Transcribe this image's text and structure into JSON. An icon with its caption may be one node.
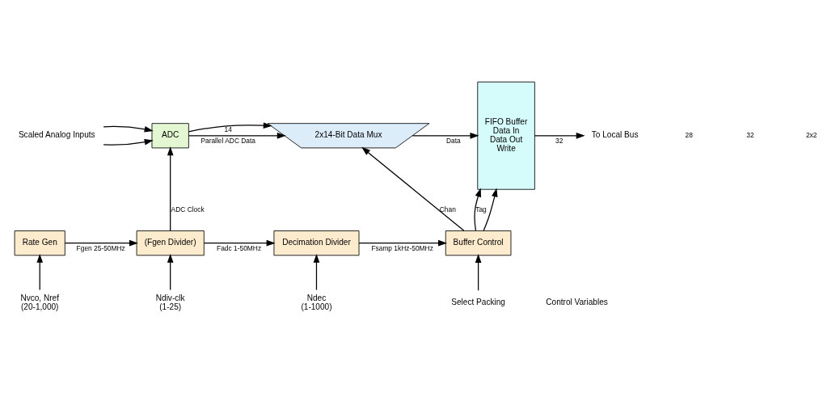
{
  "diagram": {
    "nodes": [
      {
        "text": [
          "Scaled Analog Inputs"
        ]
      },
      {
        "text": [
          "ADC"
        ]
      },
      {
        "text": [
          "2x14-Bit Data Mux"
        ]
      },
      {
        "text": [
          "FIFO Buffer",
          "Data In",
          "Data Out",
          "Write"
        ]
      },
      {
        "text": [
          "Rate Gen"
        ]
      },
      {
        "text": [
          "(Fgen Divider)"
        ]
      },
      {
        "text": [
          "Decimation Divider"
        ]
      },
      {
        "text": [
          "Buffer Control"
        ]
      },
      {
        "text": [
          "Nvco, Nref",
          "(20-1,000)"
        ]
      },
      {
        "text": [
          "Ndiv-clk",
          "(1-25)"
        ]
      },
      {
        "text": [
          "Ndec",
          "(1-1000)"
        ]
      },
      {
        "text": [
          "Select Packing"
        ]
      },
      {
        "text": [
          "To Local Bus"
        ]
      }
    ],
    "edges": [
      {
        "from": 0,
        "to": 1,
        "arrow": "to"
      },
      {
        "from": 0,
        "to": 1,
        "arrow": "to"
      },
      {
        "from": 1,
        "to": 2,
        "arrow": "to",
        "label": "Parallel ADC Data"
      },
      {
        "from": 1,
        "to": 2,
        "arrow": "to",
        "label": "14"
      },
      {
        "from": 2,
        "to": 3,
        "arrow": "to",
        "label": "Data"
      },
      {
        "from": 7,
        "to": 2,
        "arrow": "to",
        "label": "Chan"
      },
      {
        "from": 7,
        "to": 3,
        "arrow": "to",
        "label": "Tag"
      },
      {
        "from": 7,
        "to": 3,
        "arrow": "to"
      },
      {
        "from": 3,
        "to": 12,
        "arrow": "to",
        "label": "32"
      },
      {
        "from": 4,
        "to": 5,
        "arrow": "to",
        "label": "Fgen 25-50MHz"
      },
      {
        "from": 5,
        "to": 1,
        "arrow": "to",
        "label": "ADC Clock"
      },
      {
        "from": 5,
        "to": 6,
        "arrow": "to",
        "label": "Fadc 1-50MHz"
      },
      {
        "from": 6,
        "to": 7,
        "arrow": "to",
        "label": "Fsamp 1kHz-50MHz"
      },
      {
        "from": 8,
        "to": 4,
        "arrow": "to"
      },
      {
        "from": 9,
        "to": 5,
        "arrow": "to"
      },
      {
        "from": 10,
        "to": 6,
        "arrow": "to"
      },
      {
        "from": 11,
        "to": 7,
        "arrow": "to"
      }
    ],
    "labels": [
      "28",
      "32",
      "2x2",
      "Control Variables"
    ]
  }
}
